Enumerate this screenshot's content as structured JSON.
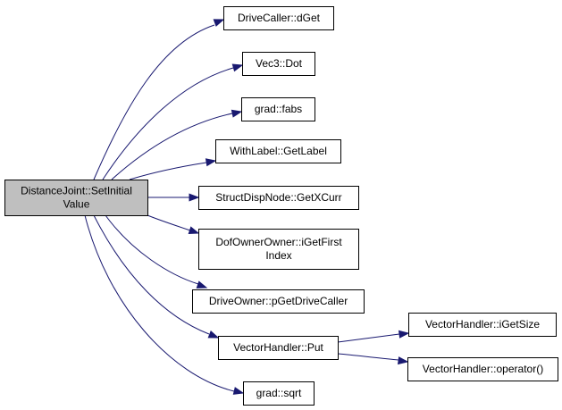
{
  "diagram": {
    "type": "call-graph",
    "colors": {
      "edge": "#191970",
      "root_fill": "#bfbfbf",
      "node_fill": "#ffffff",
      "border": "#000000"
    },
    "root": {
      "id": "root",
      "lines": [
        "DistanceJoint::SetInitial",
        "Value"
      ]
    },
    "nodes": [
      {
        "id": "n-drivecaller-dget",
        "lines": [
          "DriveCaller::dGet"
        ]
      },
      {
        "id": "n-vec3-dot",
        "lines": [
          "Vec3::Dot"
        ]
      },
      {
        "id": "n-grad-fabs",
        "lines": [
          "grad::fabs"
        ]
      },
      {
        "id": "n-withlabel-getlabel",
        "lines": [
          "WithLabel::GetLabel"
        ]
      },
      {
        "id": "n-structdispnode-getxcurr",
        "lines": [
          "StructDispNode::GetXCurr"
        ]
      },
      {
        "id": "n-dofownerowner-igetfirstindex",
        "lines": [
          "DofOwnerOwner::iGetFirst",
          "Index"
        ]
      },
      {
        "id": "n-driveowner-pgetdrivecaller",
        "lines": [
          "DriveOwner::pGetDriveCaller"
        ]
      },
      {
        "id": "n-vectorhandler-put",
        "lines": [
          "VectorHandler::Put"
        ]
      },
      {
        "id": "n-grad-sqrt",
        "lines": [
          "grad::sqrt"
        ]
      },
      {
        "id": "n-vectorhandler-igetsize",
        "lines": [
          "VectorHandler::iGetSize"
        ]
      },
      {
        "id": "n-vectorhandler-operator",
        "lines": [
          "VectorHandler::operator()"
        ]
      }
    ],
    "edges": [
      {
        "from": "root",
        "to": "n-drivecaller-dget"
      },
      {
        "from": "root",
        "to": "n-vec3-dot"
      },
      {
        "from": "root",
        "to": "n-grad-fabs"
      },
      {
        "from": "root",
        "to": "n-withlabel-getlabel"
      },
      {
        "from": "root",
        "to": "n-structdispnode-getxcurr"
      },
      {
        "from": "root",
        "to": "n-dofownerowner-igetfirstindex"
      },
      {
        "from": "root",
        "to": "n-driveowner-pgetdrivecaller"
      },
      {
        "from": "root",
        "to": "n-vectorhandler-put"
      },
      {
        "from": "root",
        "to": "n-grad-sqrt"
      },
      {
        "from": "n-vectorhandler-put",
        "to": "n-vectorhandler-igetsize"
      },
      {
        "from": "n-vectorhandler-put",
        "to": "n-vectorhandler-operator"
      }
    ]
  }
}
